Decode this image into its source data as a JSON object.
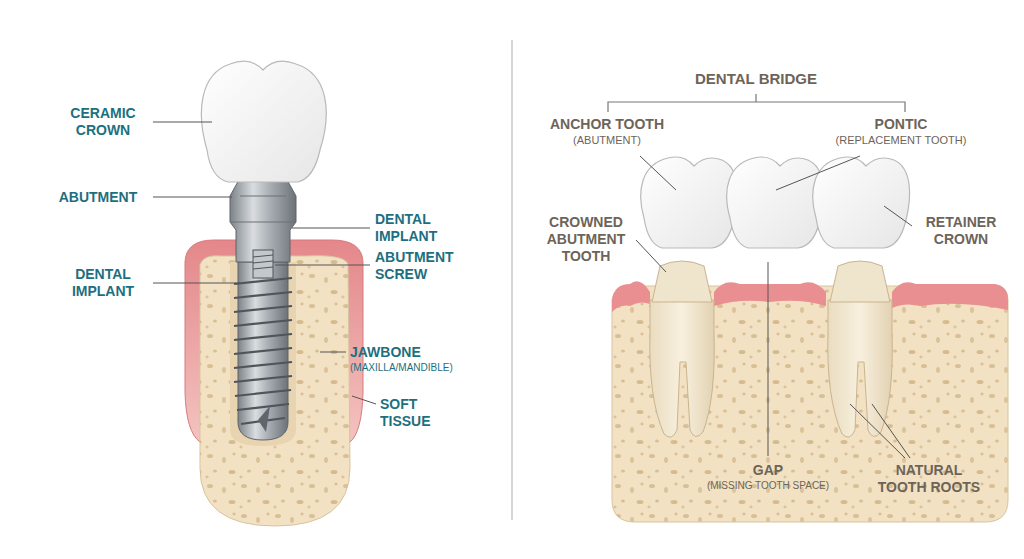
{
  "diagram": {
    "labels": [
      "CERAMIC CROWN",
      "ABUTMENT",
      "DENTAL IMPLANT",
      "DENTAL IMPLANT",
      "ABUTMENT SCREW",
      "JAWBONE",
      "(MAXILLA/MANDIBLE)",
      "SOFT TISSUE",
      "DENTAL BRIDGE",
      "ANCHOR TOOTH",
      "(ABUTMENT)",
      "PONTIC",
      "(REPLACEMENT TOOTH)",
      "CROWNED ABUTMENT TOOTH",
      "RETAINER CROWN",
      "GAP",
      "(MISSING TOOTH SPACE)",
      "NATURAL TOOTH ROOTS"
    ]
  }
}
